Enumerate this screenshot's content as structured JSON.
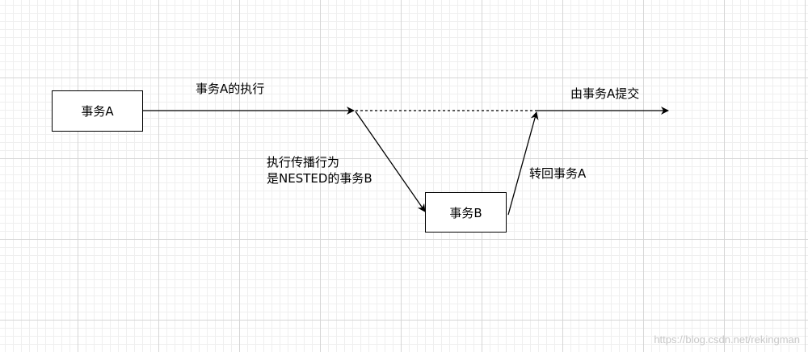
{
  "nodes": {
    "tx_a": "事务A",
    "tx_b": "事务B"
  },
  "edge_labels": {
    "tx_a_execute": "事务A的执行",
    "propagation_line1": "执行传播行为",
    "propagation_line2": "是NESTED的事务B",
    "return_to_a": "转回事务A",
    "commit_by_a": "由事务A提交"
  },
  "watermark": "https://blog.csdn.net/rekingman",
  "colors": {
    "stroke": "#000000",
    "grid": "#d6d6d6",
    "watermark": "#c8c8c8"
  }
}
